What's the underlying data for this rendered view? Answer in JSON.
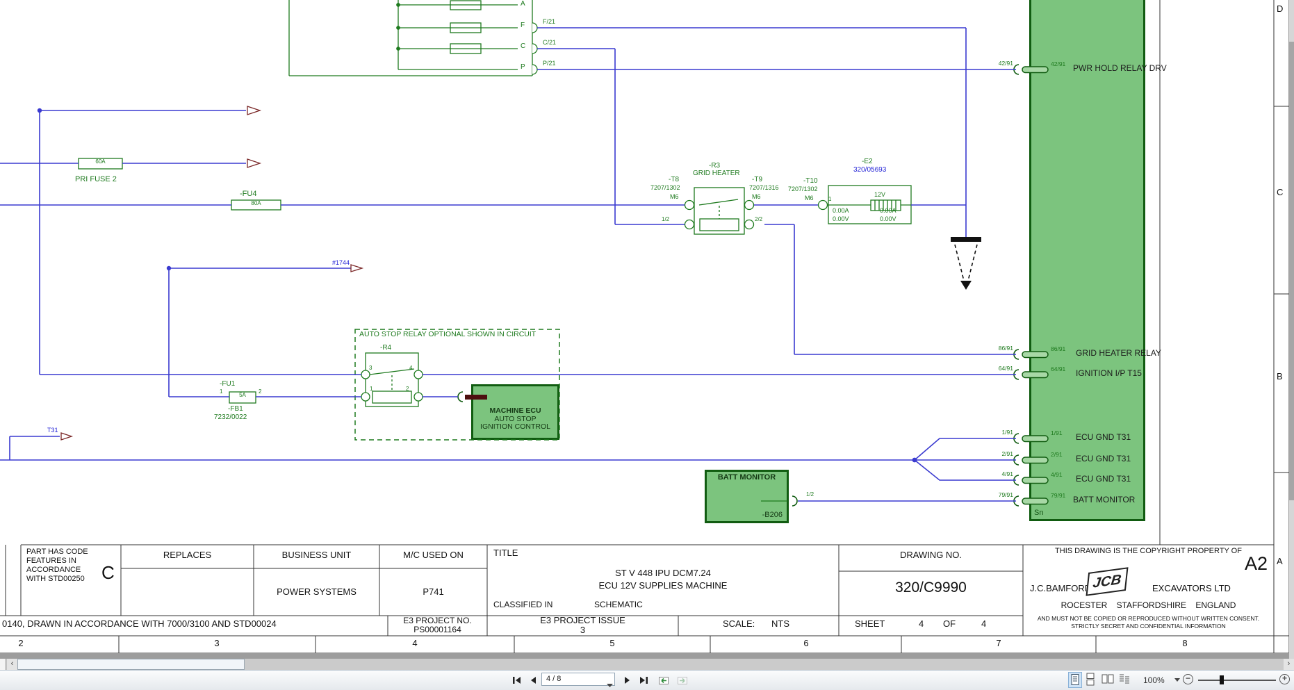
{
  "colors": {
    "block_green": "#7cc47e",
    "schematic_green": "#1e7a1e",
    "wire_blue": "#3a3ad0",
    "ref_blue": "#2323d6"
  },
  "toolbar": {
    "page_indicator": "4 / 8",
    "zoom_level": "100%"
  },
  "sheet": {
    "col_numbers": [
      "2",
      "3",
      "4",
      "5",
      "6",
      "7",
      "8"
    ],
    "row_letters": [
      "D",
      "C",
      "B",
      "A"
    ]
  },
  "connector_top": {
    "pins": [
      "A",
      "F",
      "C",
      "P"
    ],
    "wire_labels": [
      "F/21",
      "C/21",
      "P/21"
    ]
  },
  "refs": {
    "t31": "T31",
    "wire_1744": "#1744"
  },
  "fuses": {
    "pri_fuse2": {
      "label": "PRI FUSE 2",
      "rating": "60A"
    },
    "fu4": {
      "name": "-FU4",
      "rating": "80A"
    },
    "fu1": {
      "name": "-FU1",
      "rating": "5A",
      "pin_left": "1",
      "pin_right": "2",
      "holder": "-FB1",
      "holder_part": "7232/0022"
    }
  },
  "grid_heater": {
    "relay_name": "-R3",
    "relay_label": "GRID HEATER",
    "t8": {
      "name": "-T8",
      "part": "7207/1302",
      "size": "M6"
    },
    "t9": {
      "name": "-T9",
      "part": "7207/1316",
      "size": "M6"
    },
    "t10": {
      "name": "-T10",
      "part": "7207/1302",
      "size": "M6",
      "pin": "1"
    },
    "coil_left": "1/2",
    "coil_right": "2/2",
    "e2": {
      "name": "-E2",
      "part": "320/05693",
      "voltage": "12V",
      "left_amps": "0.00A",
      "left_volts": "0.00V",
      "right_amps": "0.00A",
      "right_volts": "0.00V"
    }
  },
  "auto_stop": {
    "note": "AUTO STOP RELAY OPTIONAL SHOWN IN CIRCUIT",
    "relay": "-R4",
    "pins": {
      "top_left": "3",
      "top_right": "4",
      "bottom_left": "1",
      "bottom_right": "2"
    },
    "ecu_box": [
      "MACHINE ECU",
      "AUTO STOP",
      "IGNITION CONTROL"
    ]
  },
  "batt_monitor": {
    "title": "BATT MONITOR",
    "ref": "-B206",
    "wire_pin": "1/2"
  },
  "ecu": {
    "corner_label": "Sn",
    "pins": [
      {
        "num": "42/91",
        "label": "PWR HOLD RELAY DRV"
      },
      {
        "num": "86/91",
        "label": "GRID HEATER RELAY"
      },
      {
        "num": "64/91",
        "label": "IGNITION I/P T15"
      },
      {
        "num": "1/91",
        "label": "ECU GND T31"
      },
      {
        "num": "2/91",
        "label": "ECU GND T31"
      },
      {
        "num": "4/91",
        "label": "ECU GND T31"
      },
      {
        "num": "79/91",
        "label": "BATT MONITOR"
      }
    ]
  },
  "title_block": {
    "part_code_1": "PART HAS CODE",
    "part_code_2": "FEATURES IN",
    "part_code_3": "ACCORDANCE",
    "part_code_4": "WITH STD00250",
    "revision": "C",
    "replaces_header": "REPLACES",
    "business_unit_header": "BUSINESS UNIT",
    "business_unit": "POWER SYSTEMS",
    "mc_used_on_header": "M/C USED ON",
    "mc_used_on": "P741",
    "title_header": "TITLE",
    "title_line1": "ST V 448 IPU DCM7.24",
    "title_line2": "ECU 12V SUPPLIES MACHINE",
    "classified_in_label": "CLASSIFIED IN",
    "classified_in": "SCHEMATIC",
    "drawing_no_header": "DRAWING NO.",
    "drawing_no": "320/C9990",
    "copyright_line": "THIS DRAWING IS THE COPYRIGHT PROPERTY OF",
    "company_left": "J.C.BAMFORD",
    "logo": "JCB",
    "company_right": "EXCAVATORS LTD",
    "company_location": "ROCESTER    STAFFORDSHIRE    ENGLAND",
    "confidential_line1": "AND MUST NOT BE COPIED OR REPRODUCED WITHOUT WRITTEN CONSENT.",
    "confidential_line2": "STRICTLY SECRET AND CONFIDENTIAL INFORMATION",
    "size": "A2",
    "drawn_note": "0140, DRAWN IN ACCORDANCE WITH 7000/3100 AND STD00024",
    "e3_project_no_header": "E3 PROJECT NO.",
    "e3_project_no": "PS00001164",
    "e3_issue_header": "E3 PROJECT ISSUE",
    "e3_issue": "3",
    "scale_label": "SCALE:",
    "scale": "NTS",
    "sheet_label": "SHEET",
    "sheet_no": "4",
    "of_label": "OF",
    "sheet_total": "4"
  }
}
